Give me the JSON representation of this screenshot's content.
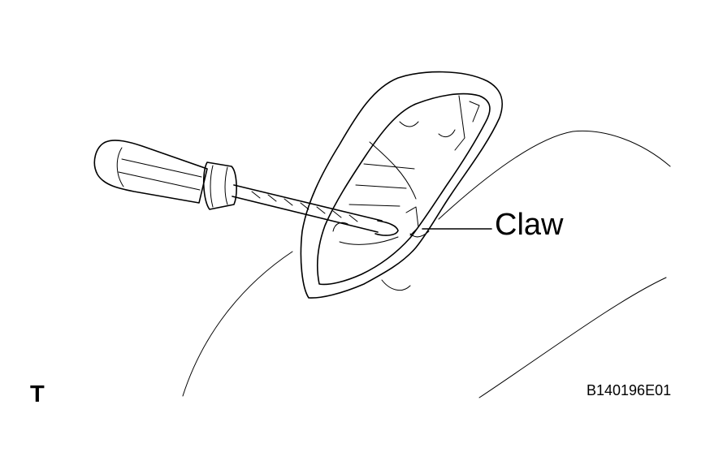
{
  "figure": {
    "callout_label": "Claw",
    "corner_mark": "T",
    "figure_id": "B140196E01"
  }
}
